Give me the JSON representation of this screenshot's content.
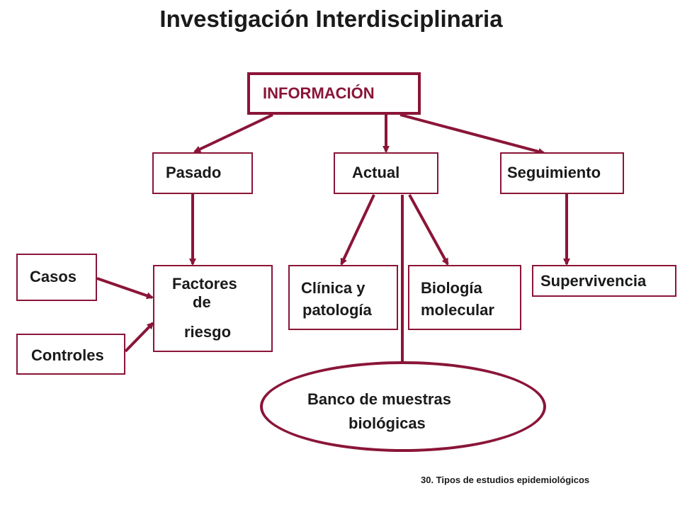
{
  "title": "Investigación Interdisciplinaria",
  "nodes": {
    "informacion": "INFORMACIÓN",
    "pasado": "Pasado",
    "actual": "Actual",
    "seguimiento": "Seguimiento",
    "casos": "Casos",
    "controles": "Controles",
    "factores_line1": "Factores",
    "factores_line2": "de",
    "factores_line3": "riesgo",
    "clinica_line1": "Clínica y",
    "clinica_line2": "patología",
    "biologia_line1": "Biología",
    "biologia_line2": "molecular",
    "supervivencia": "Supervivencia",
    "banco_line1": "Banco de muestras",
    "banco_line2": "biológicas"
  },
  "footer": "30. Tipos de estudios epidemiológicos",
  "colors": {
    "accent": "#8a1538"
  }
}
